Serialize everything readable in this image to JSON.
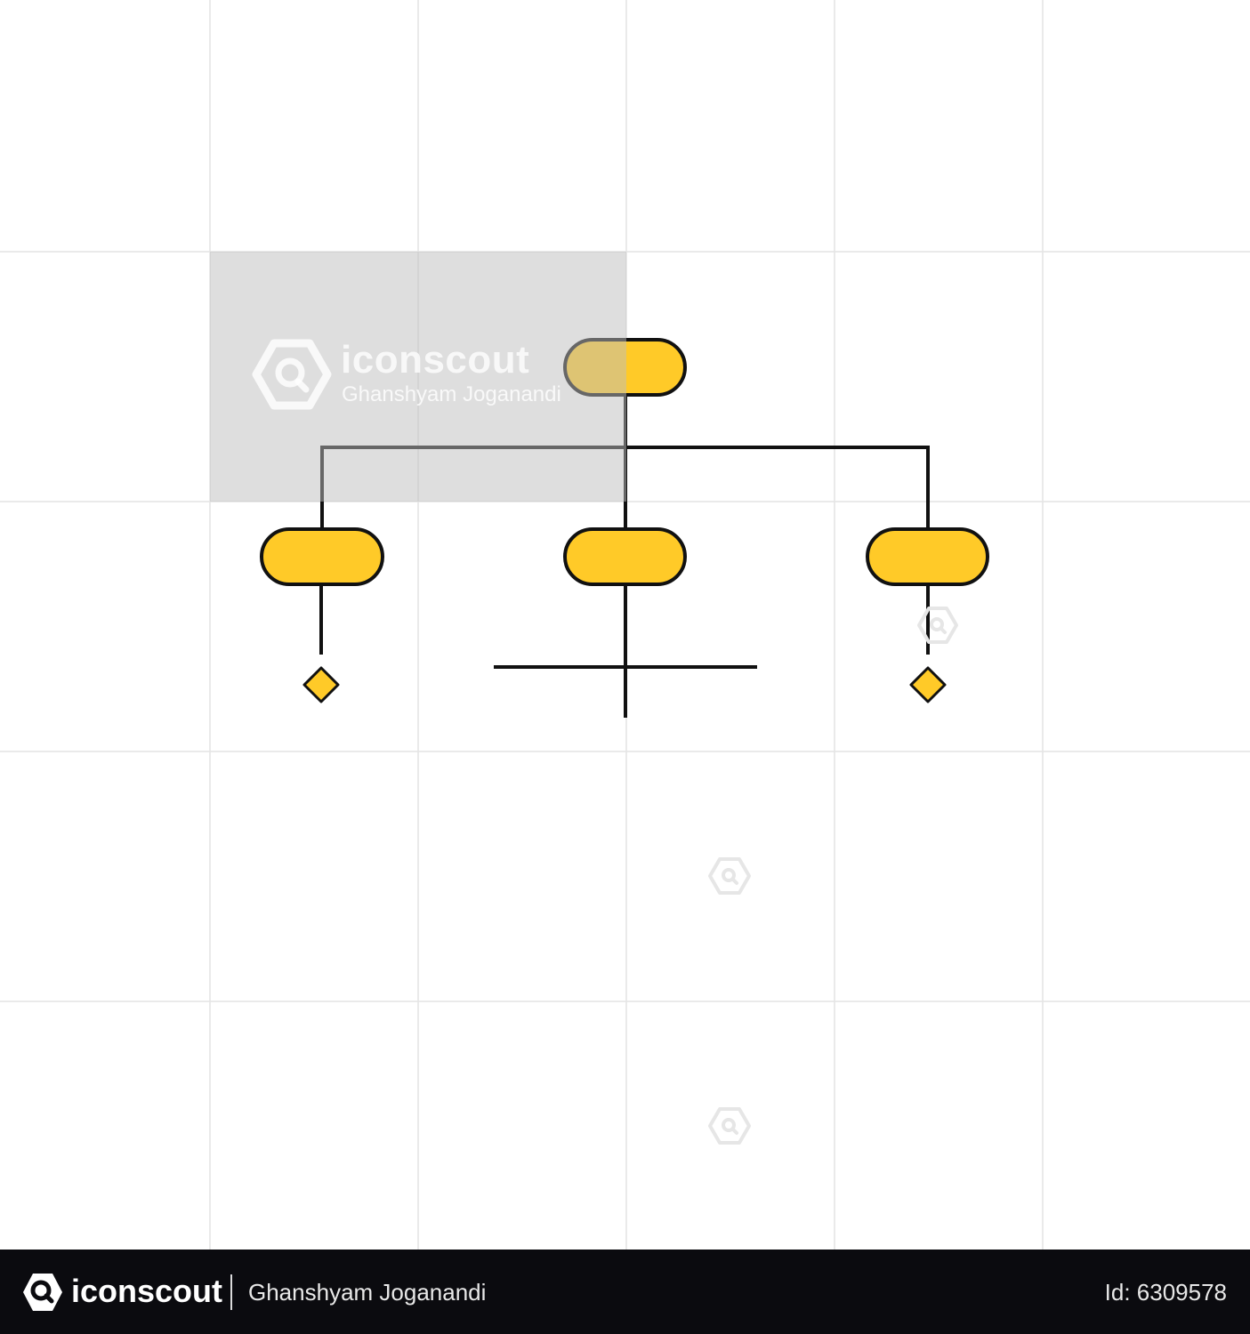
{
  "colors": {
    "node_fill": "#FFCA28",
    "node_stroke": "#111111",
    "line": "#111111",
    "grid": "#e4e4e4",
    "watermark_box": "#dedede",
    "footer_bg": "#0b0b0f",
    "footer_text": "#ffffff"
  },
  "diagram": {
    "type": "hierarchy",
    "root": {
      "label": ""
    },
    "children": [
      {
        "label": "",
        "end_marker": "diamond"
      },
      {
        "label": "",
        "end_marker": "cross"
      },
      {
        "label": "",
        "end_marker": "diamond"
      }
    ]
  },
  "watermark": {
    "brand": "iconscout",
    "author": "Ghanshyam Joganandi",
    "icon": "iconscout-logo-icon"
  },
  "footer": {
    "brand": "iconscout",
    "author": "Ghanshyam Joganandi",
    "id_text": "Id: 6309578",
    "logo_icon": "iconscout-logo-icon"
  }
}
